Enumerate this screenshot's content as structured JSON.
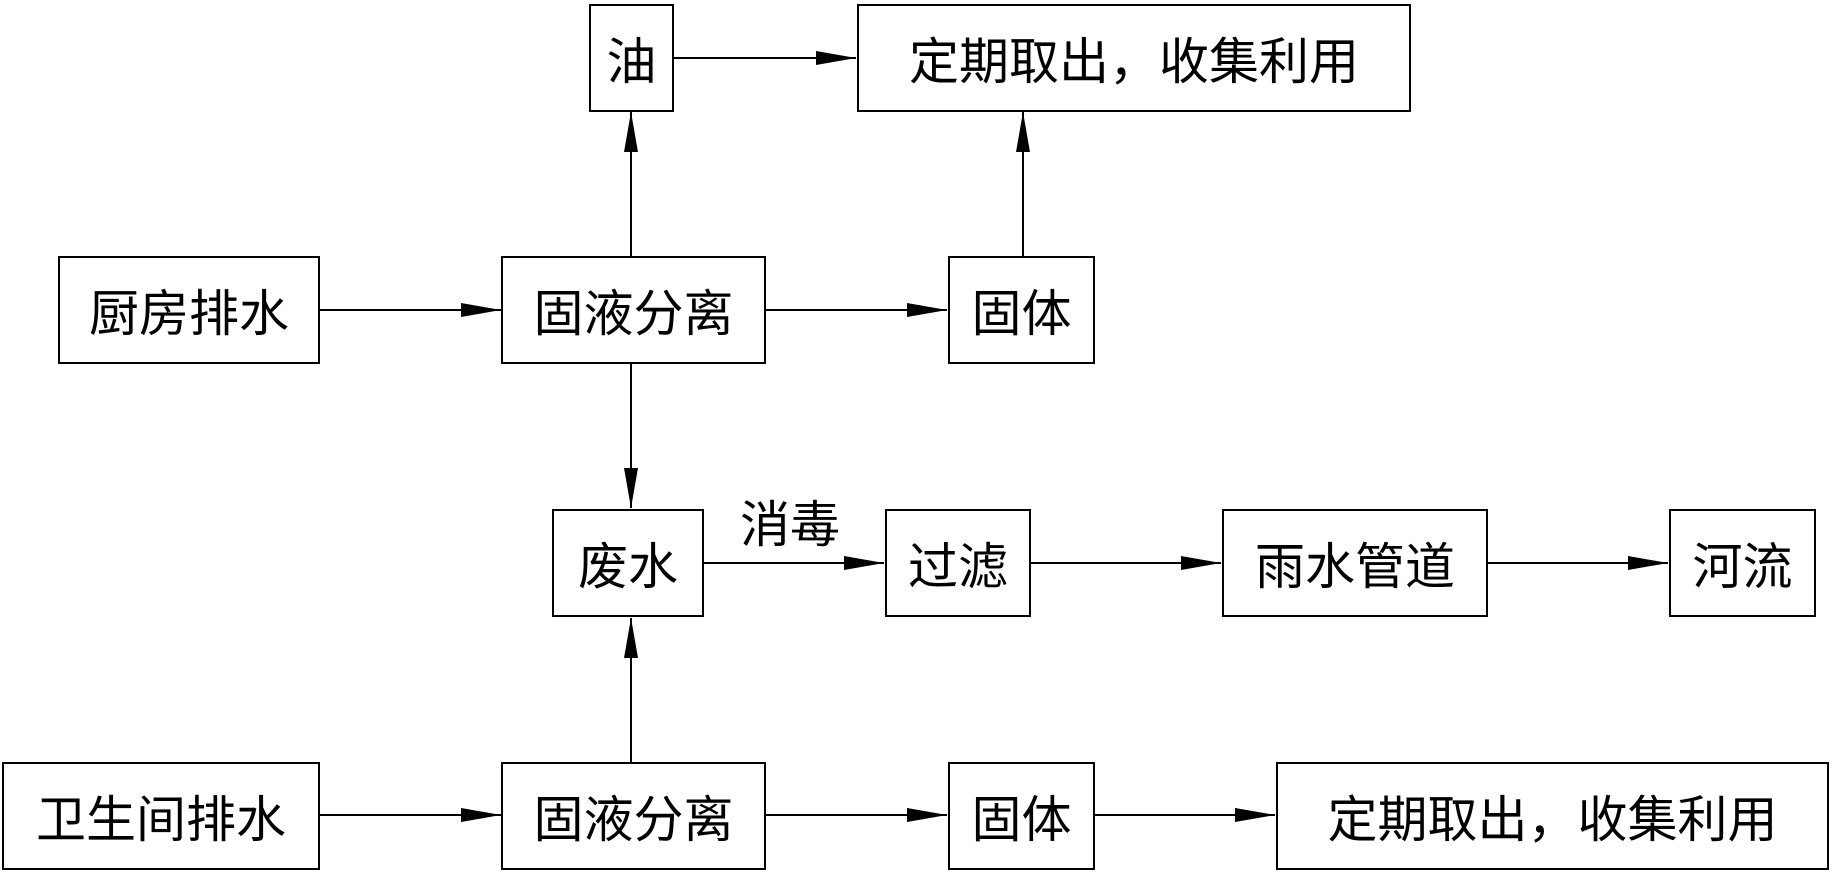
{
  "nodes": {
    "oil": "油",
    "collect_top": "定期取出，收集利用",
    "kitchen_drain": "厨房排水",
    "separation_top": "固液分离",
    "solid_top": "固体",
    "wastewater": "废水",
    "filter": "过滤",
    "rain_pipe": "雨水管道",
    "river": "河流",
    "toilet_drain": "卫生间排水",
    "separation_bottom": "固液分离",
    "solid_bottom": "固体",
    "collect_bottom": "定期取出，收集利用"
  },
  "edge_labels": {
    "disinfect": "消毒"
  }
}
